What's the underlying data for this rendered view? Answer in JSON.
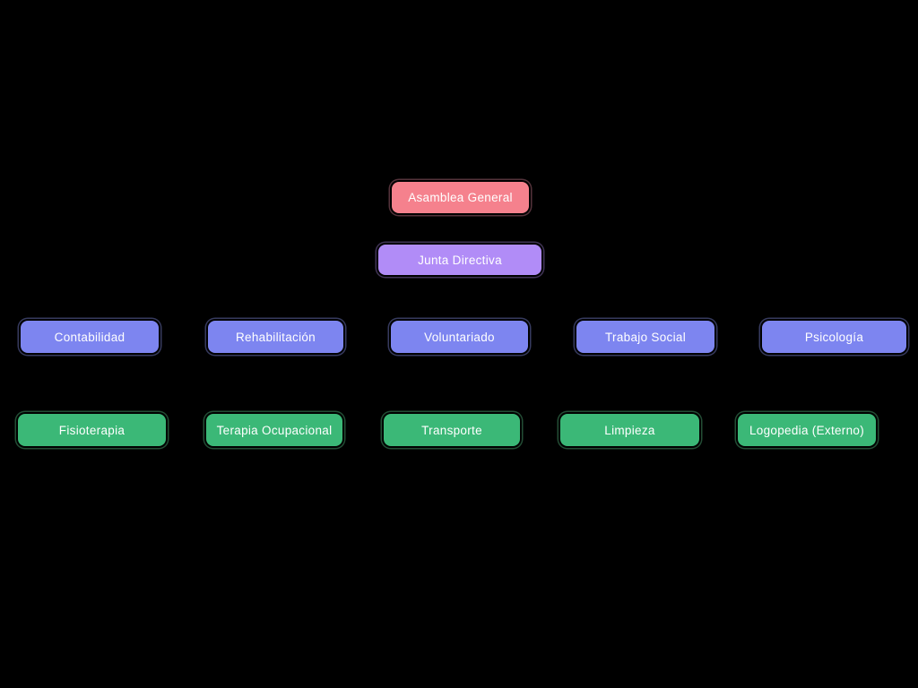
{
  "diagram": {
    "type": "org-chart",
    "background_color": "#000000",
    "text_color": "#ffffff",
    "connectors_visible": false,
    "node_colors": {
      "asamblea": "#F5818D",
      "junta": "#B18CF7",
      "area": "#7D85F0",
      "servicio": "#3BB877"
    },
    "nodes": {
      "asamblea": {
        "label": "Asamblea General"
      },
      "junta": {
        "label": "Junta Directiva"
      },
      "areas": [
        {
          "label": "Contabilidad"
        },
        {
          "label": "Rehabilitación"
        },
        {
          "label": "Voluntariado"
        },
        {
          "label": "Trabajo Social"
        },
        {
          "label": "Psicología"
        }
      ],
      "servicios": [
        {
          "label": "Fisioterapia"
        },
        {
          "label": "Terapia Ocupacional"
        },
        {
          "label": "Transporte"
        },
        {
          "label": "Limpieza"
        },
        {
          "label": "Logopedia (Externo)"
        }
      ]
    }
  }
}
